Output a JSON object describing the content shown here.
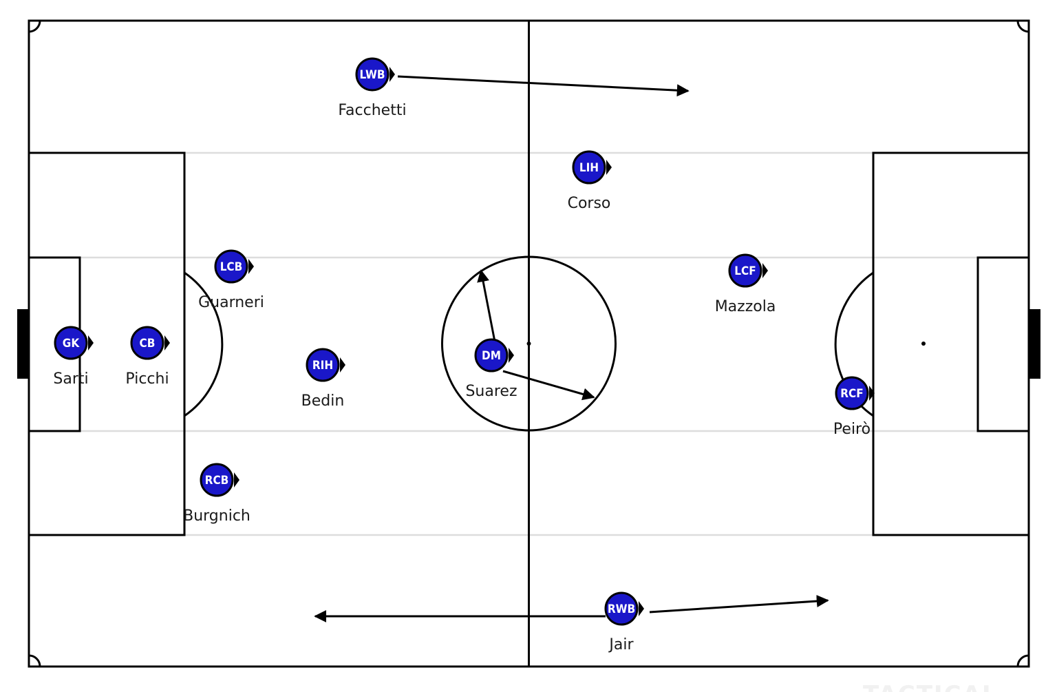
{
  "colors": {
    "pitch_background": "#ffffff",
    "pitch_lines": "#000000",
    "zone_lines": "#dddddd",
    "player_fill": "#1a17c9",
    "player_outline": "#000000",
    "player_code_text": "#ffffff",
    "arrow": "#000000"
  },
  "players": [
    {
      "code": "GK",
      "name": "Sarti"
    },
    {
      "code": "CB",
      "name": "Picchi"
    },
    {
      "code": "LCB",
      "name": "Guarneri"
    },
    {
      "code": "RCB",
      "name": "Burgnich"
    },
    {
      "code": "LWB",
      "name": "Facchetti"
    },
    {
      "code": "RIH",
      "name": "Bedin"
    },
    {
      "code": "DM",
      "name": "Suarez"
    },
    {
      "code": "LIH",
      "name": "Corso"
    },
    {
      "code": "LCF",
      "name": "Mazzola"
    },
    {
      "code": "RCF",
      "name": "Peirò"
    },
    {
      "code": "RWB",
      "name": "Jair"
    }
  ],
  "watermark": "TACTICAL"
}
